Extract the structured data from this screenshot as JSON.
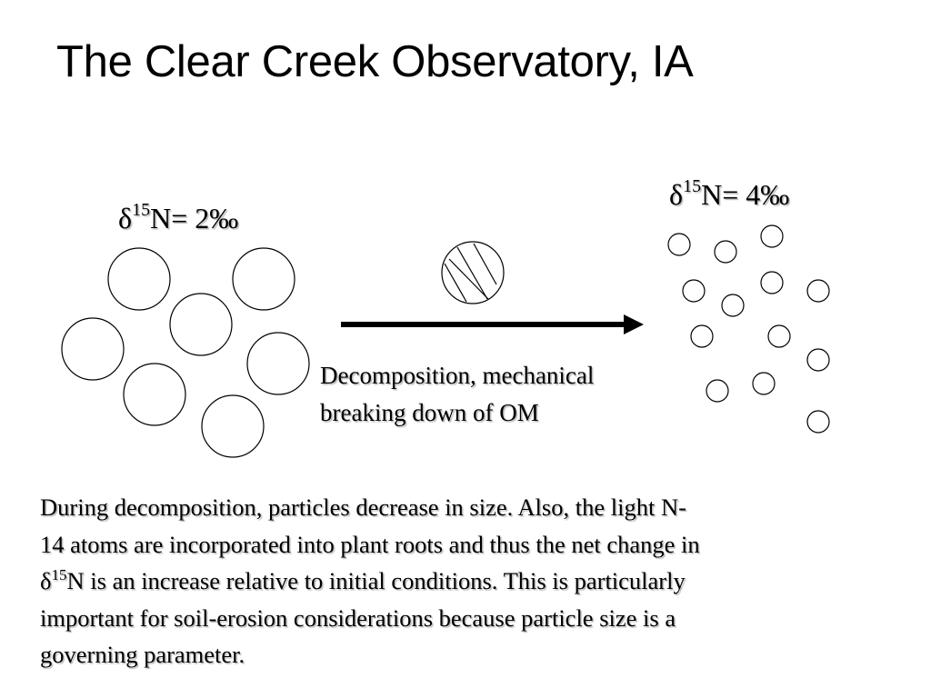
{
  "title": "The Clear Creek Observatory, IA",
  "initial_state": {
    "delta": "δ",
    "isotope_mass": "15",
    "value_text": "N= 2‰"
  },
  "final_state": {
    "delta": "δ",
    "isotope_mass": "15",
    "value_text": "N= 4‰"
  },
  "process": {
    "line1": "Decomposition, mechanical",
    "line2": "breaking down of  OM"
  },
  "explanation": {
    "line1": "During decomposition, particles decrease in size.  Also, the light N-",
    "line2": "14 atoms are incorporated into plant roots and thus the net change in",
    "line3_delta": "δ",
    "line3_sup": "15",
    "line3_rest": "N  is an increase relative to initial conditions.  This is particularly",
    "line4": "important for soil-erosion considerations because particle size is a",
    "line5": "governing parameter."
  }
}
